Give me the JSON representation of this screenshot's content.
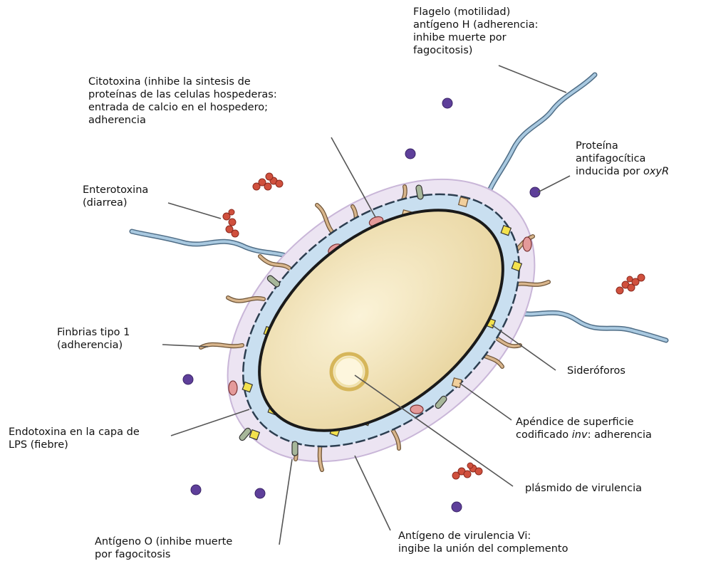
{
  "labels": {
    "flagelo": [
      "Flagelo (motilidad)",
      "antígeno H (adherencia:",
      "inhibe muerte por",
      "fagocitosis)"
    ],
    "citotoxina": [
      "Citotoxina (inhibe la sintesis de",
      "proteínas de las celulas hospederas:",
      "entrada de calcio en el hospedero;",
      "adherencia"
    ],
    "proteina": [
      "Proteína",
      "antifagocítica",
      "inducida por "
    ],
    "proteina_italic": "oxyR",
    "enterotoxina": [
      "Enterotoxina",
      "(diarrea)"
    ],
    "finbrias": [
      "Finbrias tipo 1",
      "(adherencia)"
    ],
    "sideroforos": "Sideróforos",
    "apendice": [
      "Apéndice de superficie",
      "codificado "
    ],
    "apendice_italic": "inv",
    "apendice_tail": ": adherencia",
    "endotoxina": [
      "Endotoxina en la capa de",
      "LPS (fiebre)"
    ],
    "plasmido": "plásmido de virulencia",
    "antigeno_o": [
      "Antígeno O (inhibe muerte",
      "por fagocitosis"
    ],
    "antigeno_vi": [
      "Antígeno de virulencia Vi:",
      "ingibe la unión del complemento"
    ]
  },
  "colors": {
    "capsule": "#ece4f2",
    "periplasm": "#c9dff0",
    "cytoplasm": "#f4e7bf",
    "membrane": "#1a1a1a",
    "fimbria": "#c49a6c",
    "flagellum": "#8db1cc",
    "enterotoxin": "#d0503d",
    "purple_dot": "#5e3f9a",
    "siderophore": "#f3e14d",
    "lps": "#a7b79a",
    "leader": "#555555"
  }
}
